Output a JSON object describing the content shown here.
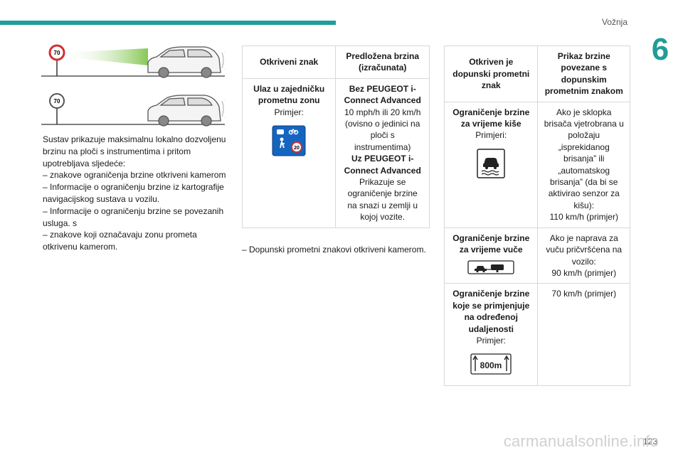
{
  "header": {
    "section_title": "Vožnja",
    "chapter_number": "6",
    "accent_color": "#1f9e98"
  },
  "footer": {
    "page_number": "123",
    "watermark": "carmanualsonline.info"
  },
  "illustrations": {
    "sign_value": "70"
  },
  "column1": {
    "intro": "Sustav prikazuje maksimalnu lokalno dozvoljenu brzinu na ploči s instrumentima i pritom upotrebljava sljedeće:",
    "bullets": [
      "– znakove ograničenja brzine otkriveni kamerom",
      "– Informacije o ograničenju brzine iz kartografije navigacijskog sustava u vozilu.",
      "– Informacije o ograničenju brzine se povezanih usluga. s",
      "– znakove koji označavaju zonu prometa otkrivenu kamerom."
    ]
  },
  "table1": {
    "headers": [
      "Otkriveni znak",
      "Predložena brzina (izračunata)"
    ],
    "row": {
      "sign_title": "Ulaz u zajedničku prometnu zonu",
      "sign_example": "Primjer:",
      "sign_speed": "20",
      "without_label": "Bez PEUGEOT i-Connect Advanced",
      "without_text": "10 mph/h ili 20 km/h (ovisno o jedinici na ploči s instrumentima)",
      "with_label": "Uz PEUGEOT i-Connect Advanced",
      "with_text": "Prikazuje se ograničenje brzine na snazi u zemlji u kojoj vozite."
    }
  },
  "column2_note": "– Dopunski prometni znakovi otkriveni kamerom.",
  "table2": {
    "headers": [
      "Otkriven je dopunski prometni znak",
      "Prikaz brzine povezane s dopunskim prometnim znakom"
    ],
    "rows": [
      {
        "title": "Ograničenje brzine za vrijeme kiše",
        "example": "Primjeri:",
        "text": "Ako je sklopka brisača vjetrobrana u položaju „isprekidanog brisanja” ili „automatskog brisanja” (da bi se aktivirao senzor za kišu):",
        "value": "110 km/h (primjer)"
      },
      {
        "title": "Ograničenje brzine za vrijeme vuče",
        "example": "",
        "text": "Ako je naprava za vuču pričvršćena na vozilo:",
        "value": "90 km/h (primjer)"
      },
      {
        "title": "Ograničenje brzine koje se primjenjuje na određenoj udaljenosti",
        "example": "Primjer:",
        "text": "",
        "value": "70 km/h (primjer)",
        "sign_text": "800m"
      }
    ]
  }
}
